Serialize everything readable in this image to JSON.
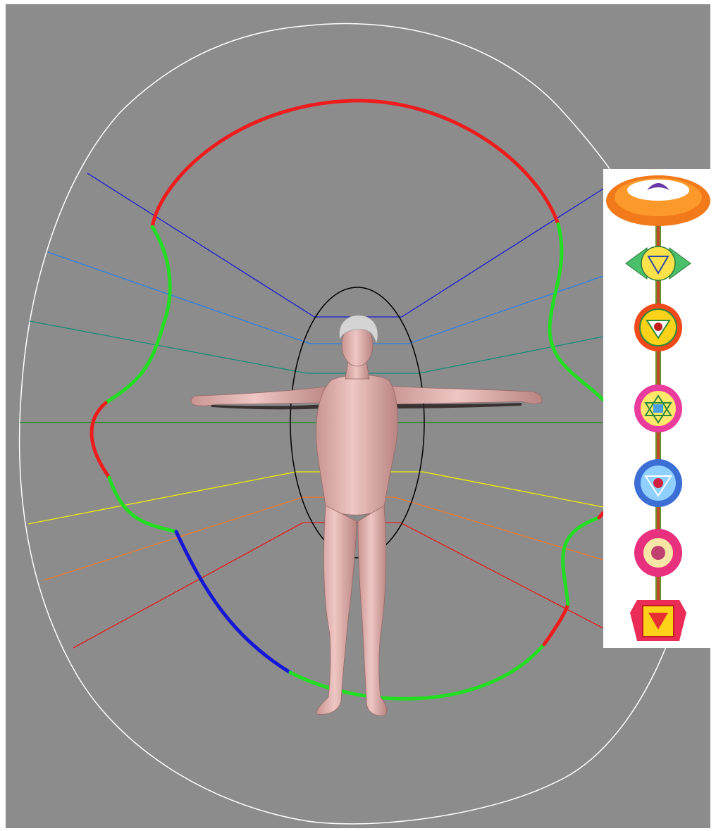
{
  "colors": {
    "background": "#8c8c8c",
    "outer_ellipse": "#ffffff",
    "inner_ellipse": "#000000",
    "skin": "#e6b9b7",
    "skin_shadow": "#b98482",
    "hair": "#cfcfcf",
    "aura_red": "#ee1c1c",
    "aura_green": "#22dd22",
    "aura_blue": "#1616d6"
  },
  "ray_colors": [
    "#1a1ad0",
    "#2b7fe6",
    "#138c7a",
    "#0f8a0f",
    "#f0f000",
    "#f07a28",
    "#e81818"
  ],
  "aura_segment_colors": [
    "red",
    "green",
    "red",
    "green",
    "blue",
    "green",
    "red",
    "green",
    "green",
    "red"
  ],
  "chakras": [
    {
      "name": "crown",
      "petal_color": "#f27a1a",
      "center_color": "#ffffff"
    },
    {
      "name": "third-eye",
      "petal_color": "#4bc06a",
      "center_color": "#ffe24a"
    },
    {
      "name": "throat",
      "petal_color": "#f04a1a",
      "center_color": "#ffd21a"
    },
    {
      "name": "heart",
      "petal_color": "#e93c9c",
      "center_color": "#ffe86a"
    },
    {
      "name": "solar-plexus",
      "petal_color": "#3b6fd6",
      "center_color": "#8fd0ff"
    },
    {
      "name": "sacral",
      "petal_color": "#e8307e",
      "center_color": "#f7e6a6"
    },
    {
      "name": "root",
      "petal_color": "#ea2c57",
      "center_color": "#ffd21a"
    }
  ]
}
